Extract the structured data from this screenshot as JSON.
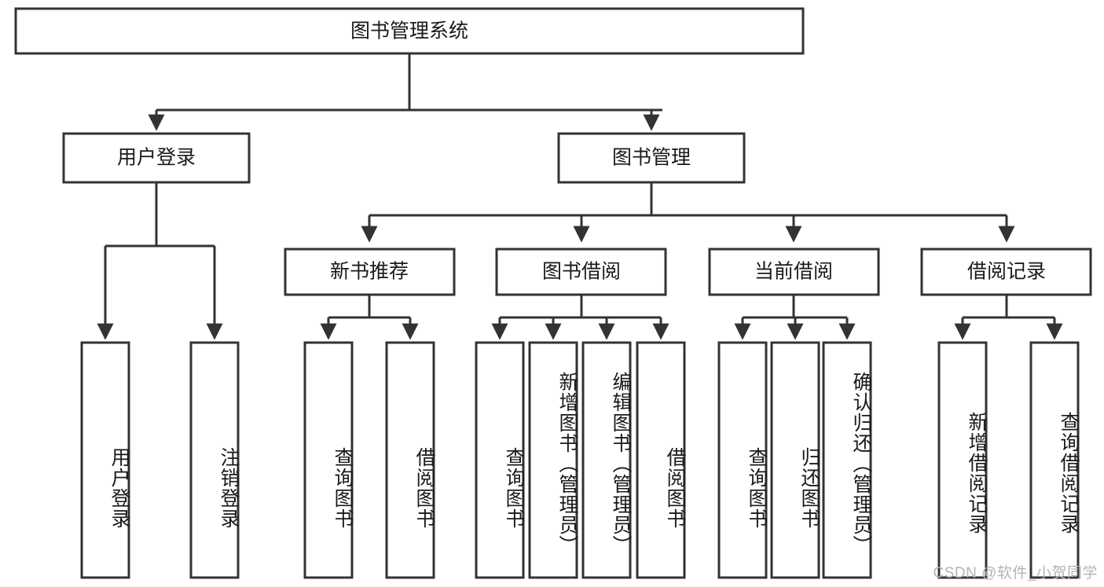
{
  "diagram": {
    "type": "tree-hierarchy",
    "title": "图书管理系统",
    "watermark": "CSDN @软件_小贺同学",
    "colors": {
      "stroke": "#333333",
      "node_fill": "#ffffff",
      "text": "#1a1a1a",
      "background": "#ffffff",
      "watermark": "#b4b4b4"
    },
    "root": {
      "label": "图书管理系统",
      "orientation": "horizontal"
    },
    "level1": [
      {
        "label": "用户登录",
        "orientation": "horizontal"
      },
      {
        "label": "图书管理",
        "orientation": "horizontal"
      }
    ],
    "level2": [
      {
        "label": "新书推荐",
        "orientation": "horizontal"
      },
      {
        "label": "图书借阅",
        "orientation": "horizontal"
      },
      {
        "label": "当前借阅",
        "orientation": "horizontal"
      },
      {
        "label": "借阅记录",
        "orientation": "horizontal"
      }
    ],
    "leaves": {
      "user_login": [
        {
          "label": "用户登录",
          "orientation": "vertical"
        },
        {
          "label": "注销登录",
          "orientation": "vertical"
        }
      ],
      "new_book_recommend": [
        {
          "label": "查询图书",
          "orientation": "vertical"
        },
        {
          "label": "借阅图书",
          "orientation": "vertical"
        }
      ],
      "book_borrow": [
        {
          "label": "查询图书",
          "orientation": "vertical"
        },
        {
          "label": "新增图书（管理员）",
          "orientation": "vertical"
        },
        {
          "label": "编辑图书（管理员）",
          "orientation": "vertical"
        },
        {
          "label": "借阅图书",
          "orientation": "vertical"
        }
      ],
      "current_borrow": [
        {
          "label": "查询图书",
          "orientation": "vertical"
        },
        {
          "label": "归还图书",
          "orientation": "vertical"
        },
        {
          "label": "确认归还（管理员）",
          "orientation": "vertical"
        }
      ],
      "borrow_record": [
        {
          "label": "新增借阅记录",
          "orientation": "vertical"
        },
        {
          "label": "查询借阅记录",
          "orientation": "vertical"
        }
      ]
    }
  }
}
